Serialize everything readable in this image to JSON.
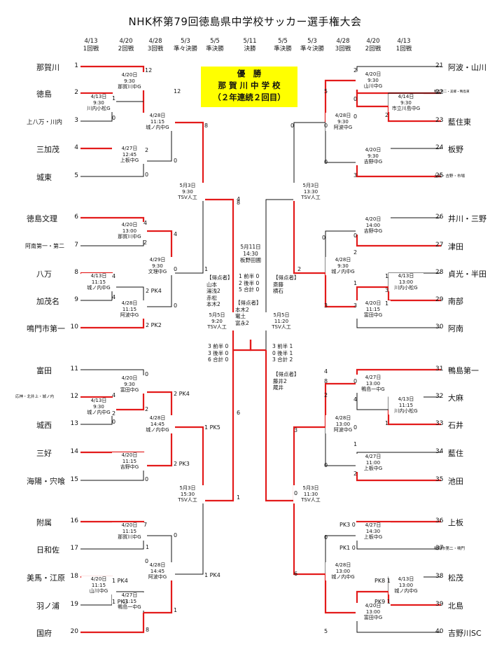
{
  "title": "NHK杯第79回徳島県中学校サッカー選手権大会",
  "rounds_left": [
    {
      "date": "4/13",
      "name": "1回戦"
    },
    {
      "date": "4/20",
      "name": "2回戦"
    },
    {
      "date": "4/28",
      "name": "3回戦"
    },
    {
      "date": "5/3",
      "name": "準々決勝"
    },
    {
      "date": "5/5",
      "name": "準決勝"
    }
  ],
  "final_head": {
    "date": "5/11",
    "name": "決勝"
  },
  "rounds_right": [
    {
      "date": "5/5",
      "name": "準決勝"
    },
    {
      "date": "5/3",
      "name": "準々決勝"
    },
    {
      "date": "4/28",
      "name": "3回戦"
    },
    {
      "date": "4/20",
      "name": "2回戦"
    },
    {
      "date": "4/13",
      "name": "1回戦"
    }
  ],
  "champion": {
    "line1": "優　勝",
    "line2": "那 賀 川 中 学 校",
    "line3": "（２年連続２回目）"
  },
  "left_teams": [
    {
      "seed": "1",
      "name": "那賀川"
    },
    {
      "seed": "2",
      "name": "徳島"
    },
    {
      "seed": "3",
      "name": "上八万・川内"
    },
    {
      "seed": "4",
      "name": "三加茂"
    },
    {
      "seed": "5",
      "name": "城東"
    },
    {
      "seed": "6",
      "name": "徳島文理"
    },
    {
      "seed": "7",
      "name": "阿南第一・第二"
    },
    {
      "seed": "8",
      "name": "八万"
    },
    {
      "seed": "9",
      "name": "加茂名"
    },
    {
      "seed": "10",
      "name": "鳴門市第一"
    },
    {
      "seed": "11",
      "name": "富田"
    },
    {
      "seed": "12",
      "name": "応神・北井上・城ノ内"
    },
    {
      "seed": "13",
      "name": "城西"
    },
    {
      "seed": "14",
      "name": "三好"
    },
    {
      "seed": "15",
      "name": "海陽・宍喰"
    },
    {
      "seed": "16",
      "name": "附属"
    },
    {
      "seed": "17",
      "name": "日和佐"
    },
    {
      "seed": "18",
      "name": "美馬・江原"
    },
    {
      "seed": "19",
      "name": "羽ノ浦"
    },
    {
      "seed": "20",
      "name": "国府"
    }
  ],
  "right_teams": [
    {
      "seed": "21",
      "name": "阿波・山川"
    },
    {
      "seed": "22",
      "name": "鴨島第二・美郷・鴨島東"
    },
    {
      "seed": "23",
      "name": "藍住東"
    },
    {
      "seed": "24",
      "name": "板野"
    },
    {
      "seed": "25",
      "name": "土成・吉野・市場"
    },
    {
      "seed": "26",
      "name": "井川・三野"
    },
    {
      "seed": "27",
      "name": "津田"
    },
    {
      "seed": "28",
      "name": "貞光・半田"
    },
    {
      "seed": "29",
      "name": "南部"
    },
    {
      "seed": "30",
      "name": "阿南"
    },
    {
      "seed": "31",
      "name": "鴨島第一"
    },
    {
      "seed": "32",
      "name": "大麻"
    },
    {
      "seed": "33",
      "name": "石井"
    },
    {
      "seed": "34",
      "name": "藍住"
    },
    {
      "seed": "35",
      "name": "池田"
    },
    {
      "seed": "36",
      "name": "上板"
    },
    {
      "seed": "37",
      "name": "鳴門市第二・鳴門"
    },
    {
      "seed": "38",
      "name": "松茂"
    },
    {
      "seed": "39",
      "name": "北島"
    },
    {
      "seed": "40",
      "name": "吉野川SC"
    }
  ],
  "match_labels": [
    "4/20日\n9:30\n那賀川中G",
    "4/13日\n9:30\n川内小松G",
    "4/27日\n12:45\n上板中G",
    "4/28日\n11:15\n城ノ内中G",
    "4/20日\n13:00\n那賀川中G",
    "4/13日\n11:15\n城ノ内中G",
    "4/28日\n11:15\n阿波中G",
    "4/29日\n9:30\n文理中G",
    "5月3日\n9:30\nTSV人工",
    "4/20日\n9:30\n富田中G",
    "4/13日\n9:30\n城ノ内中G",
    "4/20日\n11:15\n吉野中G",
    "4/28日\n14:45\n城ノ内中G",
    "4/20日\n11:15\n那賀川中G",
    "4/20日\n11:15\n山川中G",
    "4/27日\n11:15\n鴨島一中G",
    "4/28日\n14:45\n阿波中G",
    "5月3日\n15:30\nTSV人工",
    "5月5日\n9:20\nTSV人工",
    "4/20日\n9:30\n山川中G",
    "4/14日\n9:30\n市立川島中G",
    "4/28日\n9:30\n阿波中G",
    "4/20日\n9:30\n吉野中G",
    "5月3日\n13:30\nTSV人工",
    "4/20日\n14:00\n吉野中G",
    "4/13日\n13:00\n川内小松G",
    "4/28日\n9:30\n城ノ内中G",
    "4/20日\n11:15\n富田中G",
    "4/27日\n13:00\n鴨島一中G",
    "4/13日\n11:15\n川内小松G",
    "4/28日\n13:00\n阿波中G",
    "4/27日\n11:00\n上板中G",
    "5月3日\n11:30\nTSV人工",
    "4/27日\n14:30\n上板中G",
    "4/13日\n13:00\n城ノ内中G",
    "4/28日\n13:00\n城ノ内中G",
    "4/20日\n13:00\n富田中G",
    "5月5日\n11:20\nTSV人工"
  ],
  "final_info": {
    "date": "5月11日",
    "time": "14:30",
    "venue": "板野田圃"
  },
  "scorers_final_left": [
    "【得点者】",
    "山本",
    "湯浅2",
    "赤松",
    "本木2"
  ],
  "final_score": [
    "1 前半 0",
    "2 後半 0",
    "5 合計 0"
  ],
  "scorers_final": [
    "【得点者】",
    "本木2",
    "竃土",
    "富永2"
  ],
  "sf_left_score": [
    "3 前半 0",
    "3 後半 0",
    "6 合計 0"
  ],
  "sf_right_score": [
    "3 前半 1",
    "0 後半 1",
    "3 合計 2"
  ],
  "scorers_sf_right": [
    "【得点者】",
    "斎藤",
    "横石"
  ],
  "scorers_sf_right2": [
    "【得点者】",
    "藤井2",
    "蔵井"
  ],
  "scores": [
    "12",
    "1",
    "0",
    "12",
    "0",
    "2",
    "0",
    "8",
    "0",
    "1",
    "4",
    "2",
    "4",
    "4",
    "2 PK4",
    "2 PK2",
    "4",
    "0",
    "4",
    "1",
    "6",
    "0",
    "2",
    "2 PK4",
    "2",
    "1 PK5",
    "4",
    "0",
    "2 PK3",
    "0",
    "7",
    "1",
    "0",
    "1 PK4",
    "1 PK3",
    "8",
    "8",
    "1 PK4",
    "1",
    "0",
    "2",
    "5",
    "0",
    "0",
    "3",
    "0",
    "2",
    "0",
    "2",
    "0",
    "1",
    "3",
    "3",
    "8",
    "0",
    "4",
    "0",
    "2",
    "1",
    "2",
    "0",
    "3",
    "0",
    "PK3 0",
    "PK1 0",
    "6",
    "PK8 1",
    "PK9 1",
    "0",
    "5",
    "3",
    "1",
    "2",
    "0",
    "0",
    "1",
    "1",
    "4"
  ]
}
